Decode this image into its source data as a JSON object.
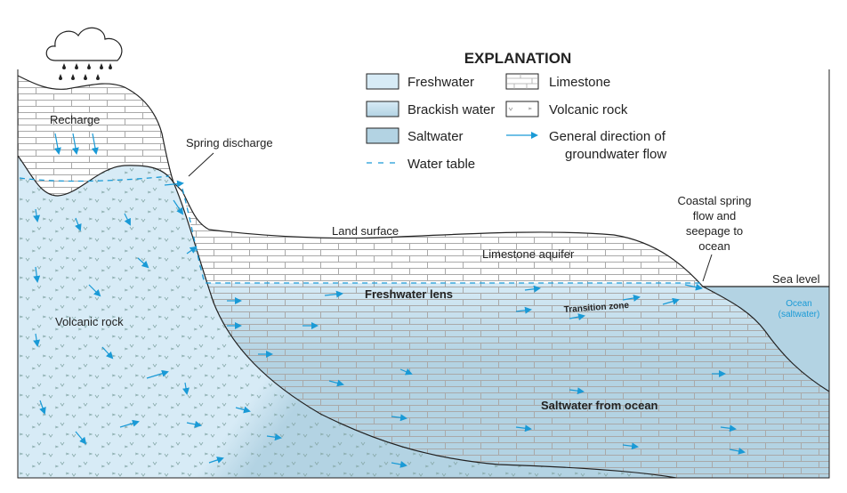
{
  "explanation": {
    "title": "EXPLANATION",
    "items": [
      {
        "label": "Freshwater",
        "swatch": "freshwater"
      },
      {
        "label": "Brackish water",
        "swatch": "brackish"
      },
      {
        "label": "Saltwater",
        "swatch": "saltwater"
      },
      {
        "label": "Water table",
        "swatch": "dashed-line"
      },
      {
        "label": "Limestone",
        "swatch": "brick-pattern"
      },
      {
        "label": "Volcanic rock",
        "swatch": "v-pattern"
      },
      {
        "label_line1": "General direction of",
        "label_line2": "groundwater flow",
        "swatch": "arrow"
      }
    ]
  },
  "labels": {
    "recharge": "Recharge",
    "spring_discharge": "Spring discharge",
    "land_surface": "Land surface",
    "limestone_aquifer": "Limestone aquifer",
    "freshwater_lens": "Freshwater lens",
    "transition_zone": "Transition zone",
    "volcanic_rock": "Volcanic rock",
    "saltwater_from_ocean": "Saltwater from ocean",
    "coastal_spring": [
      "Coastal spring",
      "flow and",
      "seepage to",
      "ocean"
    ],
    "sea_level": "Sea level",
    "ocean": "Ocean",
    "ocean_sub": "(saltwater)"
  },
  "colors": {
    "freshwater": "#d7ebf6",
    "brackish": "#c2dfee",
    "saltwater": "#b3d3e3",
    "arrow": "#1a9ad6",
    "ocean_text": "#1a9ad6",
    "outline": "#222222"
  }
}
